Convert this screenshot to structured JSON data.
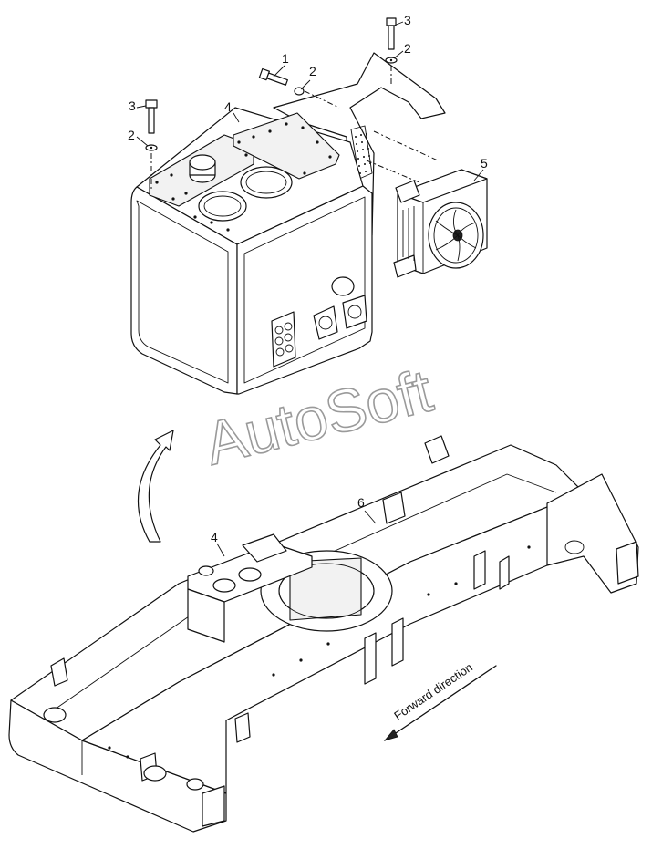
{
  "watermark": "AutoSoft",
  "direction_label": "Forward direction",
  "callouts": [
    {
      "id": "c1",
      "text": "1"
    },
    {
      "id": "c2a",
      "text": "2"
    },
    {
      "id": "c2b",
      "text": "2"
    },
    {
      "id": "c2c",
      "text": "2"
    },
    {
      "id": "c3a",
      "text": "3"
    },
    {
      "id": "c3b",
      "text": "3"
    },
    {
      "id": "c4a",
      "text": "4"
    },
    {
      "id": "c4b",
      "text": "4"
    },
    {
      "id": "c5",
      "text": "5"
    },
    {
      "id": "c6",
      "text": "6"
    }
  ]
}
